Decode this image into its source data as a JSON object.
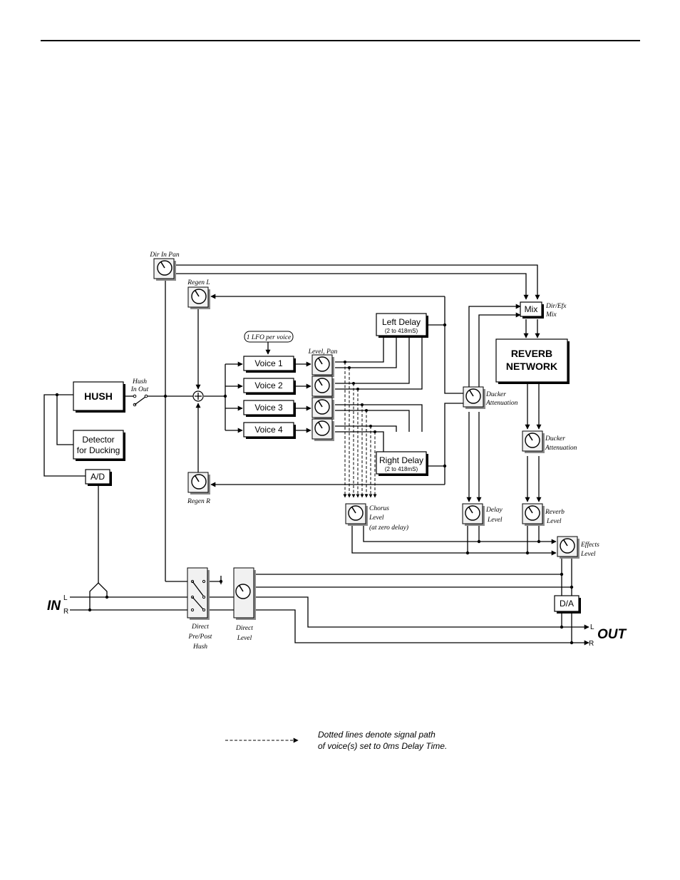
{
  "diagram": {
    "blocks": {
      "hush": "HUSH",
      "detector_line1": "Detector",
      "detector_line2": "for Ducking",
      "ad": "A/D",
      "voice1": "Voice 1",
      "voice2": "Voice 2",
      "voice3": "Voice 3",
      "voice4": "Voice 4",
      "left_delay": "Left Delay",
      "left_delay_range": "(2 to 418mS)",
      "right_delay": "Right Delay",
      "right_delay_range": "(2 to 418mS)",
      "mix": "Mix",
      "reverb_line1": "REVERB",
      "reverb_line2": "NETWORK",
      "da": "D/A",
      "lfo": "1 LFO per voice"
    },
    "labels": {
      "dir_in_pan": "Dir In Pan",
      "regen_l": "Regen L",
      "regen_r": "Regen R",
      "hush_in_out_1": "Hush",
      "hush_in_out_2": "In Out",
      "level_pan": "Level, Pan",
      "dir_efx_mix_1": "Dir/Efx",
      "dir_efx_mix_2": "Mix",
      "ducker_att_a_1": "Ducker",
      "ducker_att_a_2": "Attenuation",
      "ducker_att_b_1": "Ducker",
      "ducker_att_b_2": "Attenuation",
      "chorus_level_1": "Chorus",
      "chorus_level_2": "Level",
      "chorus_level_3": "(at zero delay)",
      "delay_level_1": "Delay",
      "delay_level_2": "Level",
      "reverb_level_1": "Reverb",
      "reverb_level_2": "Level",
      "effects_level_1": "Effects",
      "effects_level_2": "Level",
      "direct_prepost_1": "Direct",
      "direct_prepost_2": "Pre/Post",
      "direct_prepost_3": "Hush",
      "direct_level_1": "Direct",
      "direct_level_2": "Level",
      "in": "IN",
      "out": "OUT",
      "in_l": "L",
      "in_r": "R",
      "out_l": "L",
      "out_r": "R"
    }
  },
  "legend": {
    "line1": "Dotted lines denote signal path",
    "line2": "of voice(s) set to 0ms Delay Time."
  }
}
